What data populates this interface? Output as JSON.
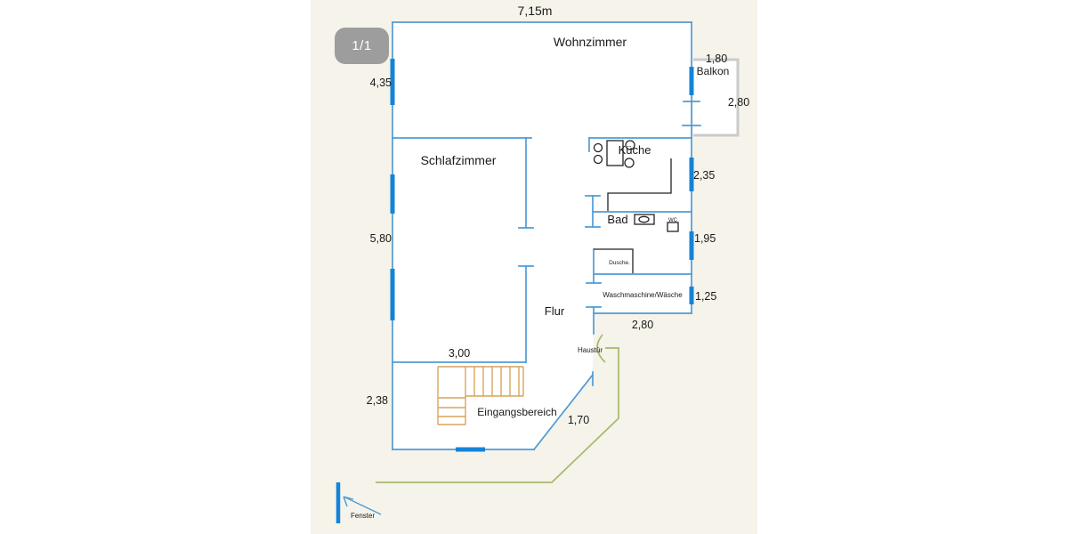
{
  "viewer": {
    "page_indicator": "1/1"
  },
  "plan": {
    "overall_width": "7,15m",
    "rooms": {
      "wohnzimmer": "Wohnzimmer",
      "schlafzimmer": "Schlafzimmer",
      "kueche": "Küche",
      "bad": "Bad",
      "wc": "WC",
      "dusche": "Dusche.",
      "waschraum": "Waschmaschine/Wäsche",
      "flur": "Flur",
      "eingangsbereich": "Eingangsbereich",
      "balkon": "Balkon",
      "haustuer": "Haustür",
      "fenster": "Fenster"
    },
    "dimensions": {
      "left_upper": "4,35",
      "left_middle": "5,80",
      "left_lower": "2,38",
      "balkon_width": "1,80",
      "balkon_depth": "2,80",
      "kueche_side": "2,35",
      "bad_side": "1,95",
      "wasch_side": "1,25",
      "flur_width": "2,80",
      "schlafzimmer_width": "3,00",
      "eingang_diagonal": "1,70"
    },
    "colors": {
      "canvas_bg": "#f5f3ea",
      "interior": "#ffffff",
      "wall": "#4f9bd5",
      "window": "#1484d8",
      "stairs": "#d9a45c",
      "entry_path": "#a9b86a",
      "balcony_outline": "#cbcbcb",
      "fixture": "#222222",
      "badge_bg": "#9d9d9d",
      "badge_text": "#ffffff"
    }
  }
}
